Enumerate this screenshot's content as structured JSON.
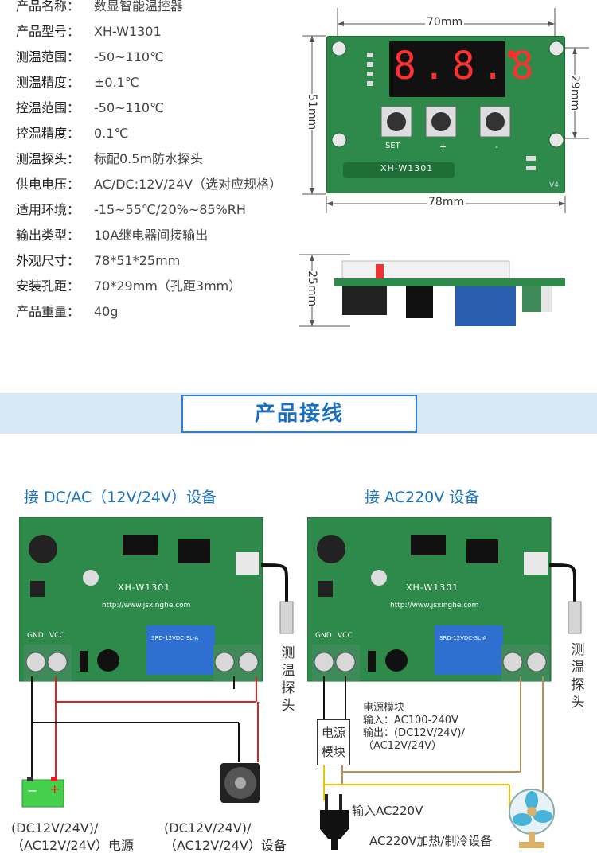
{
  "specs": [
    {
      "label": "产品名称：",
      "value": "数显智能温控器"
    },
    {
      "label": "产品型号：",
      "value": "XH-W1301"
    },
    {
      "label": "测温范围：",
      "value": "-50~110℃"
    },
    {
      "label": "测温精度：",
      "value": "±0.1℃"
    },
    {
      "label": "控温范围：",
      "value": "-50~110℃"
    },
    {
      "label": "控温精度：",
      "value": "0.1℃"
    },
    {
      "label": "测温探头：",
      "value": "标配0.5m防水探头"
    },
    {
      "label": "供电电压：",
      "value": "AC/DC:12V/24V（选对应规格）"
    },
    {
      "label": "适用环境：",
      "value": "-15~55℃/20%~85%RH"
    },
    {
      "label": "输出类型：",
      "value": "10A继电器间接输出"
    },
    {
      "label": "外观尺寸：",
      "value": "78*51*25mm"
    },
    {
      "label": "安装孔距：",
      "value": "70*29mm（孔距3mm）"
    },
    {
      "label": "产品重量：",
      "value": "40g"
    }
  ],
  "dimensions": {
    "top_width": "70mm",
    "bottom_width": "78mm",
    "left_height": "51mm",
    "right_height": "29mm",
    "side_height": "25mm",
    "model_silk": "XH-W1301",
    "set_label": "SET",
    "plus_label": "+",
    "minus_label": "-",
    "version_label": "V4"
  },
  "section_title": "产品接线",
  "left_diagram": {
    "title": "接 DC/AC（12V/24V）设备",
    "probe_label": "测温探头",
    "gnd": "GND",
    "vcc": "VCC",
    "board_model": "XH-W1301",
    "board_url": "http://www.jsxinghe.com",
    "relay_text": "SRD-12VDC-SL-A",
    "battery_minus": "−",
    "battery_plus": "+",
    "caption_source_1": "(DC12V/24V)/",
    "caption_source_2": "（AC12V/24V）电源",
    "caption_device_1": "(DC12V/24V)/",
    "caption_device_2": "（AC12V/24V）设备"
  },
  "right_diagram": {
    "title": "接 AC220V 设备",
    "probe_label": "测温探头",
    "gnd": "GND",
    "vcc": "VCC",
    "board_model": "XH-W1301",
    "board_url": "http://www.jsxinghe.com",
    "relay_text": "SRD-12VDC-SL-A",
    "power_module_box": "电源模块",
    "pm_title": "电源模块",
    "pm_input": "输入：AC100-240V",
    "pm_output_1": "输出：(DC12V/24V)/",
    "pm_output_2": "（AC12V/24V）",
    "input_label": "输入AC220V",
    "device_label": "AC220V加热/制冷设备"
  },
  "colors": {
    "accent_blue": "#1a74c4",
    "banner_bg": "#d7e8f7",
    "pcb_green": "#2d8a4a",
    "wire_red": "#e02020",
    "wire_black": "#111111",
    "wire_yellow": "#e6c200",
    "wire_brown": "#b8915a",
    "led_red": "#ff2a2a"
  }
}
